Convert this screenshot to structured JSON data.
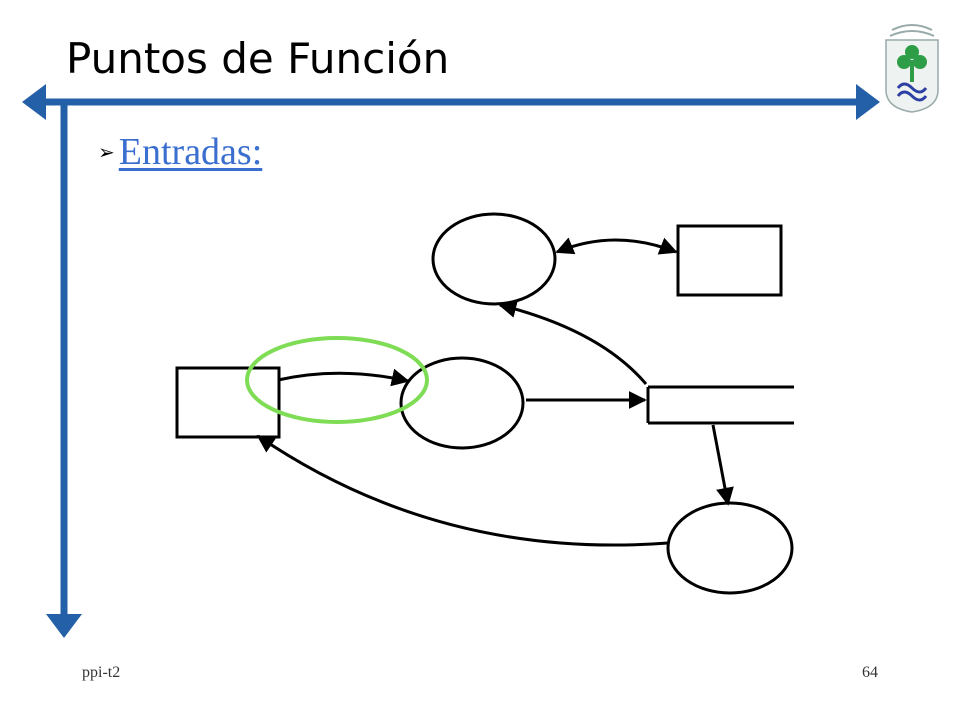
{
  "slide": {
    "title": "Puntos de Función",
    "bullet": {
      "marker": "➢",
      "text": "Entradas:"
    },
    "footer": {
      "left": "ppi-t2",
      "page_number": "64"
    }
  },
  "colors": {
    "frame_blue": "#2460a7",
    "link_blue": "#3a6fd0",
    "highlight_green": "#7fdc55",
    "logo_green": "#2e9d47",
    "logo_blue": "#2c3fa3"
  },
  "diagram": {
    "highlighted_element": "input-flow",
    "icons": [
      "university-logo-icon"
    ]
  }
}
